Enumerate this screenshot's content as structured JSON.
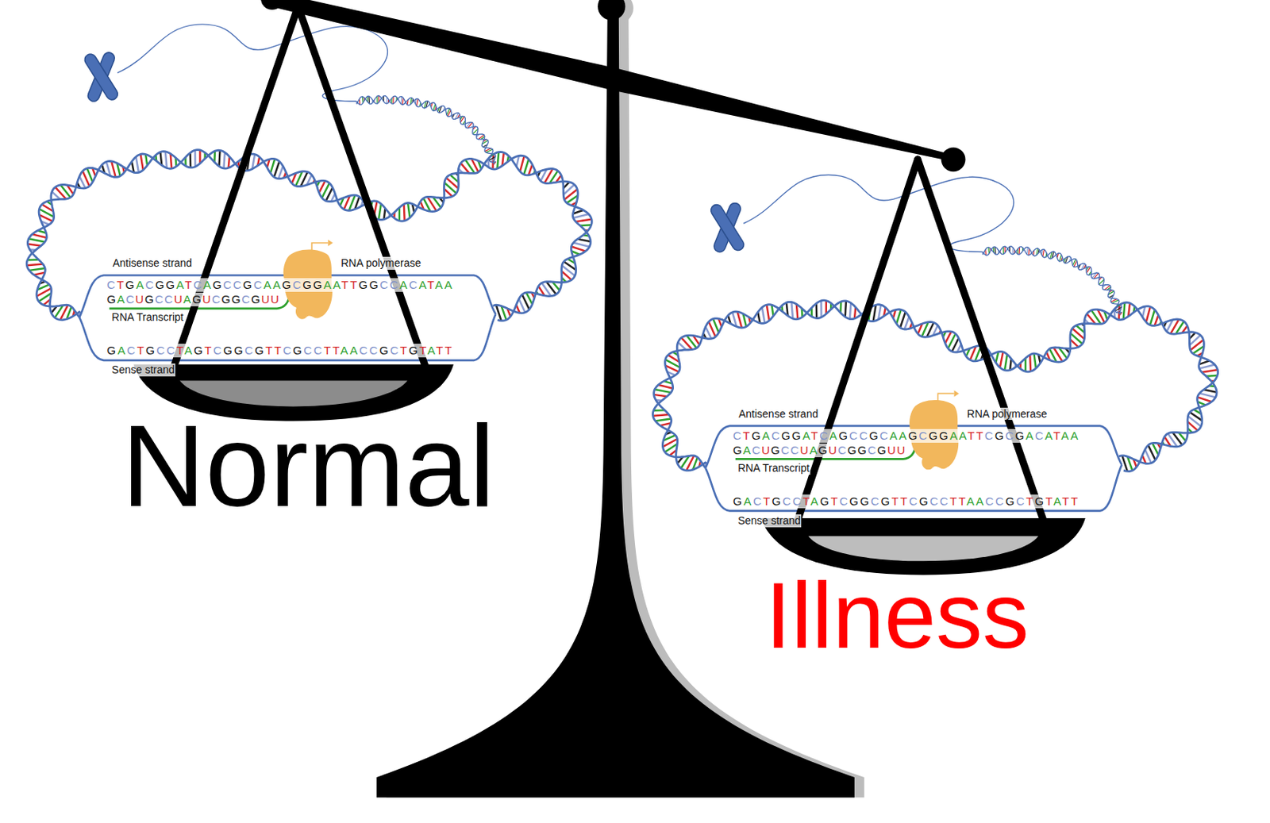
{
  "diagram": {
    "labels": [
      "Antisense strand",
      "RNA polymerase",
      "CTGACGGATCAGCCGCAAGCGGAATTGGCCACATAA",
      "GACUGCCUAGUCGGCGUU",
      "RNA Transcript",
      "GACTGCCTAGTCGGCGTTCGCCTTAACCGCTGTATT",
      "Sense strand",
      "Normal",
      "Antisense strand",
      "RNA polymerase",
      "CTGACGGATCAGCCGCAAGCGGAATTCGCGACATAA",
      "GACUGCCUAGUCGGCGUU",
      "RNA Transcript",
      "GACTGCCTAGTCGGCGTTCGCCTTAACCGCTGTATT",
      "Sense strand",
      "Illness"
    ]
  }
}
